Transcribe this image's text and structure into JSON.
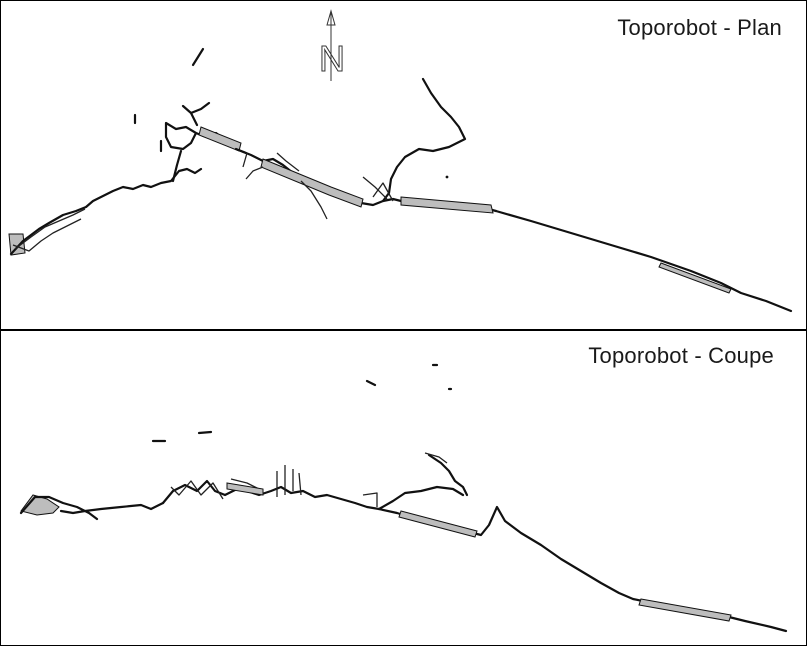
{
  "plan": {
    "title": "Toporobot - Plan",
    "north_arrow_letter": "N"
  },
  "coupe": {
    "title": "Toporobot - Coupe"
  },
  "colors": {
    "line": "#111111",
    "wall_fill": "#bdbdbd",
    "background": "#ffffff"
  }
}
